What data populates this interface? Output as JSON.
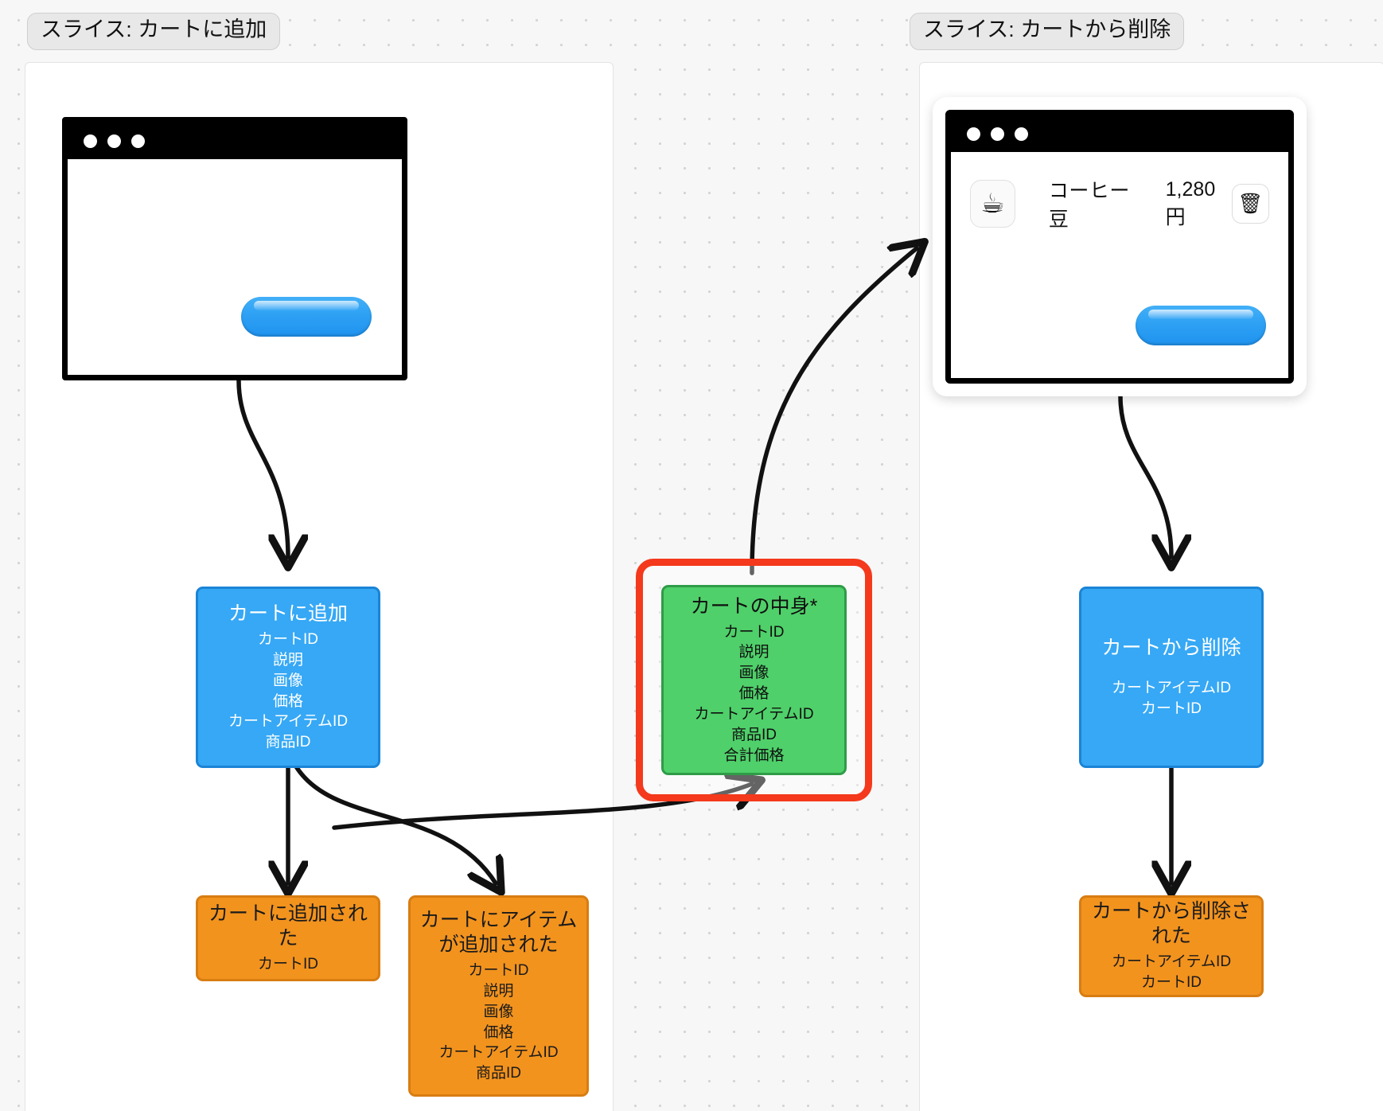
{
  "slices": [
    {
      "label": "スライス: カートに追加"
    },
    {
      "label": "スライス: カートから削除"
    }
  ],
  "wireframes": {
    "add": {
      "name": "add-to-cart-screen",
      "button_label": ""
    },
    "remove": {
      "name": "cart-contents-screen",
      "item_icon": "coffee-cup-icon",
      "item_name": "コーヒー豆",
      "item_price": "1,280円",
      "delete_icon": "trash-icon",
      "button_label": ""
    }
  },
  "nodes": {
    "command_add": {
      "title": "カートに追加",
      "fields": [
        "カートID",
        "説明",
        "画像",
        "価格",
        "カートアイテムID",
        "商品ID"
      ]
    },
    "event_added_to_cart": {
      "title": "カートに追加された",
      "fields": [
        "カートID"
      ]
    },
    "event_item_added": {
      "title": "カートにアイテムが追加された",
      "fields": [
        "カートID",
        "説明",
        "画像",
        "価格",
        "カートアイテムID",
        "商品ID"
      ]
    },
    "read_model_cart_contents": {
      "title": "カートの中身*",
      "fields": [
        "カートID",
        "説明",
        "画像",
        "価格",
        "カートアイテムID",
        "商品ID",
        "合計価格"
      ]
    },
    "command_remove": {
      "title": "カートから削除",
      "fields": [
        "カートアイテムID",
        "カートID"
      ]
    },
    "event_removed": {
      "title": "カートから削除された",
      "fields": [
        "カートアイテムID",
        "カートID"
      ]
    }
  },
  "colors": {
    "command": "#36a8f5",
    "event": "#f2931e",
    "read_model": "#4fd06a",
    "selection": "#f4391c",
    "canvas": "#f7f7f7"
  }
}
